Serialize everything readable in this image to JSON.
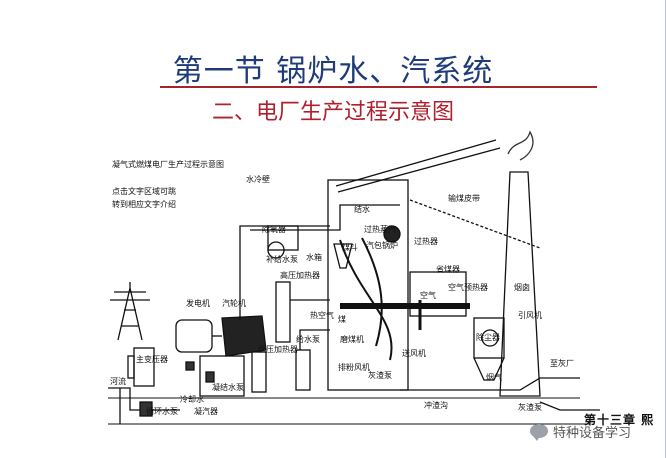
{
  "title": "第一节  锅炉水、汽系统",
  "subtitle": "二、电厂生产过程示意图",
  "diagram": {
    "caption": "凝气式燃煤电厂生产过程示意图",
    "hint_line1": "点击文字区域可跳",
    "hint_line2": "转到相应文字介绍",
    "labels": {
      "water_wall": "水冷壁",
      "condensate": "结水",
      "coal_belt": "输煤皮带",
      "deaerator": "除氧器",
      "makeup_pump": "补给水泵",
      "water_tank": "水箱",
      "coal_hopper": "煤斗",
      "superheated_steam": "过热蒸汽",
      "drum_boiler": "汽包锅炉",
      "superheater": "过热器",
      "economizer": "省煤器",
      "chimney": "烟囱",
      "generator": "发电机",
      "turbine": "汽轮机",
      "hp_heater": "高压加热器",
      "hot_air": "热空气",
      "air": "空气",
      "air_preheater": "空气预热器",
      "induced_fan": "引风机",
      "dust_collector": "除尘器",
      "main_transformer": "主变压器",
      "lp_heater": "低压加热器",
      "feed_pump": "给水泵",
      "coal": "煤",
      "coal_mill": "磨煤机",
      "exhaust_fan": "排粉风机",
      "blower": "送风机",
      "flue_gas": "烟气",
      "ash_pit": "灰渣泵",
      "to_ash_yard": "至灰厂",
      "river": "河流",
      "cooling_water": "冷却水",
      "condensate_pump": "凝结水泵",
      "circ_pump": "循环水泵",
      "condenser": "凝汽器",
      "flush_ditch": "冲渣沟",
      "ash_pump": "灰渣泵"
    }
  },
  "page_number": "第十三章 熙",
  "watermark": "特种设备学习"
}
